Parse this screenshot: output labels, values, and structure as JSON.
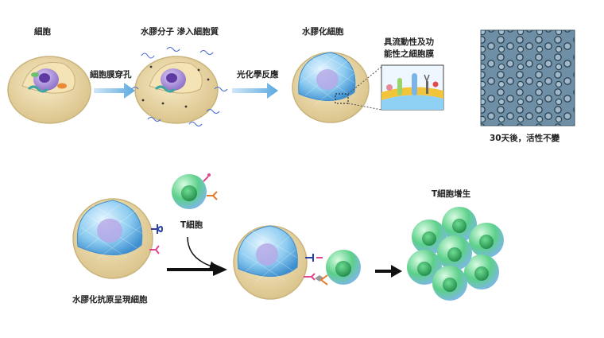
{
  "top": {
    "cell_label": "細胞",
    "hydrogel_in_label": "水膠分子 滲入細胞質",
    "hydrogel_cell_label": "水膠化細胞",
    "arrow1_label": "細胞膜穿孔",
    "arrow2_label": "光化學反應",
    "membrane_note_line1": "具流動性及功",
    "membrane_note_line2": "能性之細胞膜",
    "micro_caption": "30天後，活性不變"
  },
  "bottom": {
    "apc_label": "水膠化抗原呈現細胞",
    "tcell_label": "T細胞",
    "proliferation_label": "T細胞增生"
  },
  "colors": {
    "arrow_blue": "#5aa9df",
    "cell_tan": "#e9d7a6",
    "cell_edge": "#c9b47c",
    "hydro_blue": "#7cc0ec",
    "tcell_green": "#3fba6a",
    "tcell_core": "#1f8a47",
    "micro_bg": "#6f8fa6",
    "receptor_blue": "#2a3fa8",
    "receptor_pink": "#e0458e",
    "receptor_orange": "#e37a2a"
  }
}
